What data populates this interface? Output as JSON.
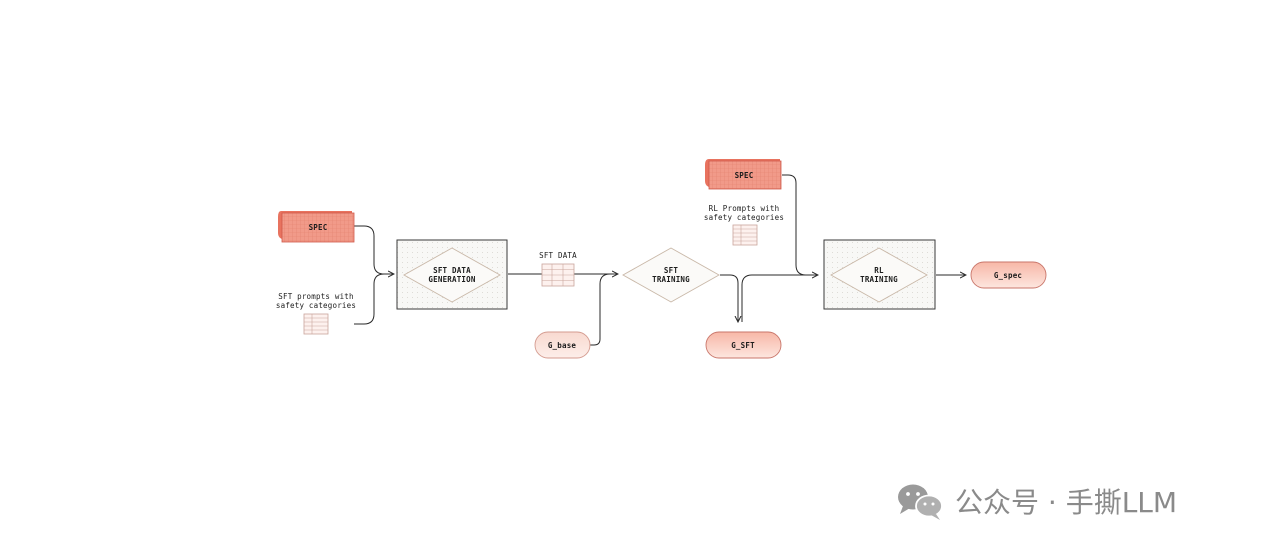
{
  "diagram": {
    "spec_1": "SPEC",
    "sft_prompts_line1": "SFT prompts with",
    "sft_prompts_line2": "safety categories",
    "sft_data_generation_line1": "SFT DATA",
    "sft_data_generation_line2": "GENERATION",
    "sft_data": "SFT DATA",
    "g_base": "G_base",
    "sft_training_line1": "SFT",
    "sft_training_line2": "TRAINING",
    "g_sft": "G_SFT",
    "spec_2": "SPEC",
    "rl_prompts_line1": "RL Prompts with",
    "rl_prompts_line2": "safety categories",
    "rl_training_line1": "RL",
    "rl_training_line2": "TRAINING",
    "g_spec": "G_spec"
  },
  "watermark": {
    "text": "公众号 · 手撕LLM",
    "icon": "wechat-icon"
  },
  "colors": {
    "spec_fill": "#f09c8c",
    "spec_stroke": "#d0584a",
    "pill_light": "#f9dbd3",
    "pill_strong": "#f6b8a8",
    "pill_stroke": "#c9766a",
    "box_stroke": "#3a3a3a",
    "box_fill": "#f7f7f5",
    "diamond_stroke": "#c9b8a8",
    "line": "#2a2a2a"
  }
}
